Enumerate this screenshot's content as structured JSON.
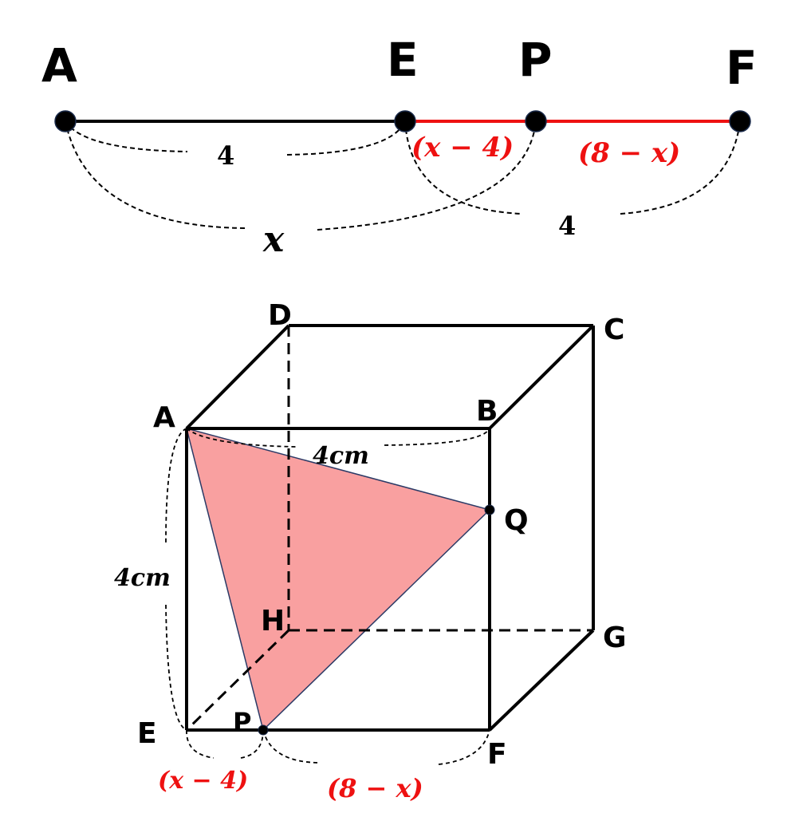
{
  "top_line": {
    "point_a": "A",
    "point_e": "E",
    "point_p": "P",
    "point_f": "F",
    "len_ae": "4",
    "len_ep": "(x − 4)",
    "len_pf": "(8 − x)",
    "len_pf_total": "4",
    "len_ap": "x"
  },
  "cube": {
    "vertex_a": "A",
    "vertex_b": "B",
    "vertex_c": "C",
    "vertex_d": "D",
    "vertex_e": "E",
    "vertex_f": "F",
    "vertex_g": "G",
    "vertex_h": "H",
    "point_p": "P",
    "point_q": "Q",
    "edge_ab_len": "4cm",
    "edge_ae_len": "4cm",
    "len_ep": "(x − 4)",
    "len_pf": "(8 − x)"
  },
  "colors": {
    "highlight_red": "#ee1111",
    "triangle_fill": "#f9a0a0",
    "dot": "#000000"
  }
}
